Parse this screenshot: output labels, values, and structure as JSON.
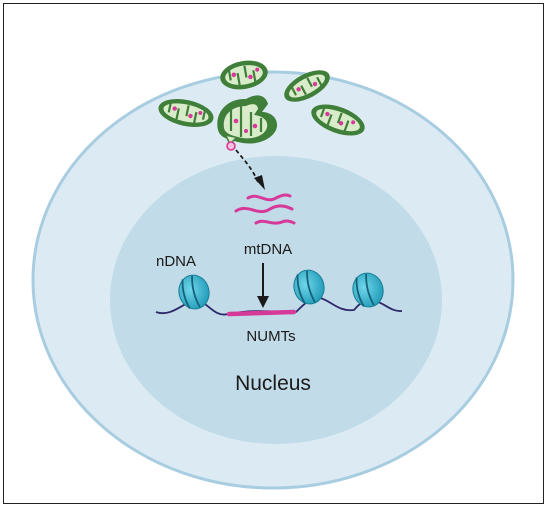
{
  "labels": {
    "ndna": "nDNA",
    "mtdna": "mtDNA",
    "numts": "NUMTs",
    "nucleus": "Nucleus"
  },
  "colors": {
    "cell_fill": "#dcebf3",
    "cell_border": "#a8cde0",
    "nucleus_fill": "#c2dbe8",
    "mito_outer": "#3f7f3a",
    "mito_inner": "#d9ecc9",
    "mtdna_magenta": "#d63a98",
    "histone": "#2ab3cf",
    "dna_strand": "#2e2a6a"
  }
}
